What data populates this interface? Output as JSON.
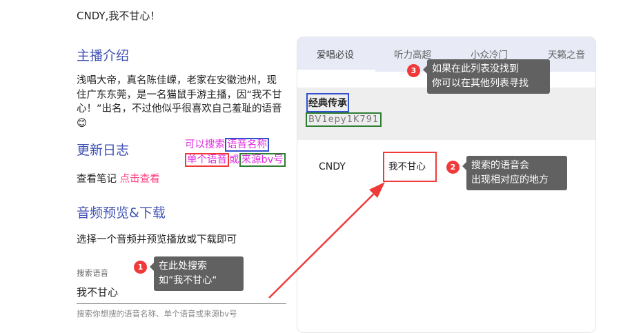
{
  "header": {
    "title": "CNDY,我不甘心！"
  },
  "intro": {
    "heading": "主播介绍",
    "text": "浅唱大帝，真名陈佳嵘，老家在安徽池州，现住广东东莞，是一名猫鼠手游主播，因“我不甘心！”出名，不过他似乎很喜欢自己羞耻的语音😊"
  },
  "changelog": {
    "heading": "更新日志",
    "label": "查看笔记",
    "link": "点击查看"
  },
  "download": {
    "heading": "音频预览&下载",
    "text": "选择一个音频并预览播放或下载即可"
  },
  "search": {
    "label": "搜索语音",
    "value": "我不甘心",
    "hint": "搜索你想搜的语音名称、单个语音或来源bv号"
  },
  "annotation": {
    "line1_a": "可以搜索",
    "line1_b": "语音名称",
    "line2_a": "单个语音",
    "line2_b": "或",
    "line2_c": "来源bv号"
  },
  "tabs": [
    {
      "label": "爱唱必设"
    },
    {
      "label": "听力高超"
    },
    {
      "label": "小众冷门"
    },
    {
      "label": "天籁之音"
    }
  ],
  "group": {
    "title": "经典传承",
    "bv": "BV1epy1K791"
  },
  "result": {
    "author": "CNDY",
    "name": "我不甘心"
  },
  "tips": [
    {
      "num": "1",
      "line1": "在此处搜索",
      "line2": "如”我不甘心“"
    },
    {
      "num": "2",
      "line1": "搜索的语音会",
      "line2": "出现相对应的地方"
    },
    {
      "num": "3",
      "line1": "如果在此列表没找到",
      "line2": "你可以在其他列表寻找"
    }
  ],
  "colors": {
    "heading": "#3f51b5",
    "link": "#ff4081",
    "annotation": "#e02fe0",
    "red": "#f03a3a",
    "blue": "#3050d0",
    "green": "#2e7d32",
    "tip": "#616161"
  }
}
